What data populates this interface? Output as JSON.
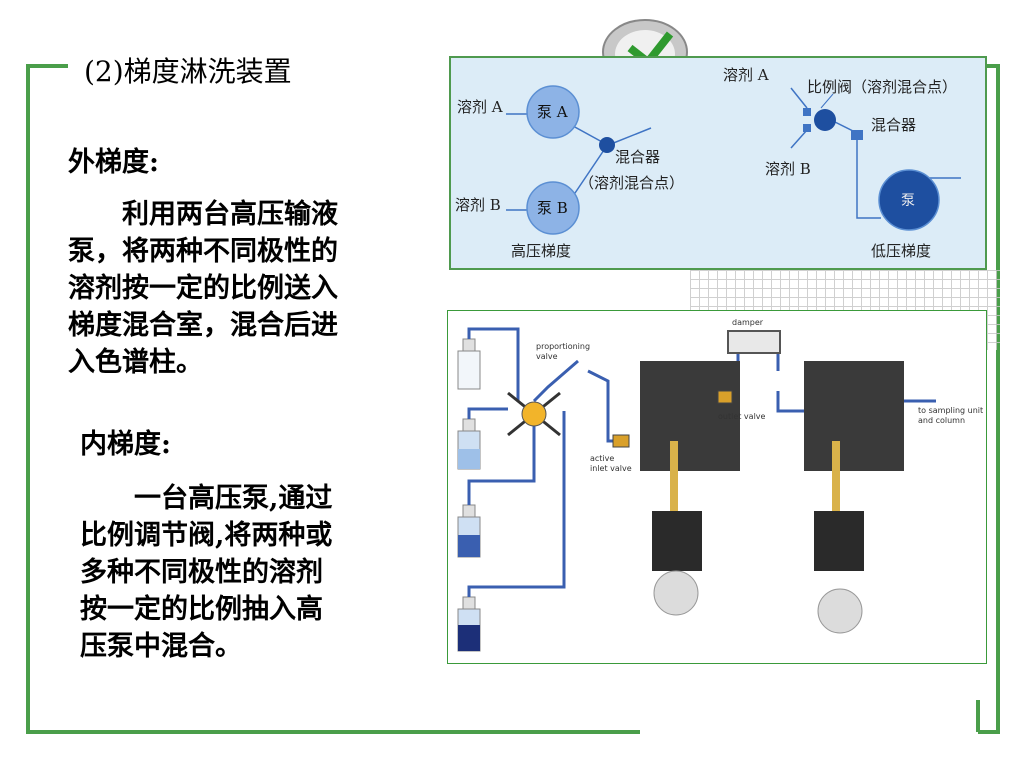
{
  "heading": "(2)梯度淋洗装置",
  "outer": {
    "title": "外梯度:",
    "lines": [
      "　　利用两台高压输液",
      "泵，将两种不同极性的",
      "溶剂按一定的比例送入",
      "梯度混合室，混合后进",
      "入色谱柱。"
    ]
  },
  "inner": {
    "title": "内梯度:",
    "lines": [
      "　　一台高压泵,通过",
      "比例调节阀,将两种或",
      "多种不同极性的溶剂",
      "按一定的比例抽入高",
      "压泵中混合。"
    ]
  },
  "diagram1": {
    "solvent_a_left": "溶剂 A",
    "pump_a": "泵 A",
    "solvent_b_left": "溶剂 B",
    "pump_b": "泵 B",
    "mixer": "混合器",
    "mixer_point": "（溶剂混合点）",
    "high_pressure": "高压梯度",
    "solvent_a_right": "溶剂 A",
    "prop_valve": "比例阀（溶剂混合点）",
    "mixer_right": "混合器",
    "solvent_b_right": "溶剂 B",
    "pump": "泵",
    "low_pressure": "低压梯度",
    "colors": {
      "circle": "#5b8fd3",
      "dark_circle": "#1e4fa0",
      "line": "#3f74c4"
    }
  },
  "diagram2": {
    "proportioning_valve": "proportioning valve",
    "damper": "damper",
    "outlet_valve": "outlet valve",
    "active_inlet_valve": "active inlet valve",
    "to_sampling": "to sampling unit and column"
  },
  "colors": {
    "frame": "#4a9e4a",
    "tube": "#3a5fb0"
  }
}
